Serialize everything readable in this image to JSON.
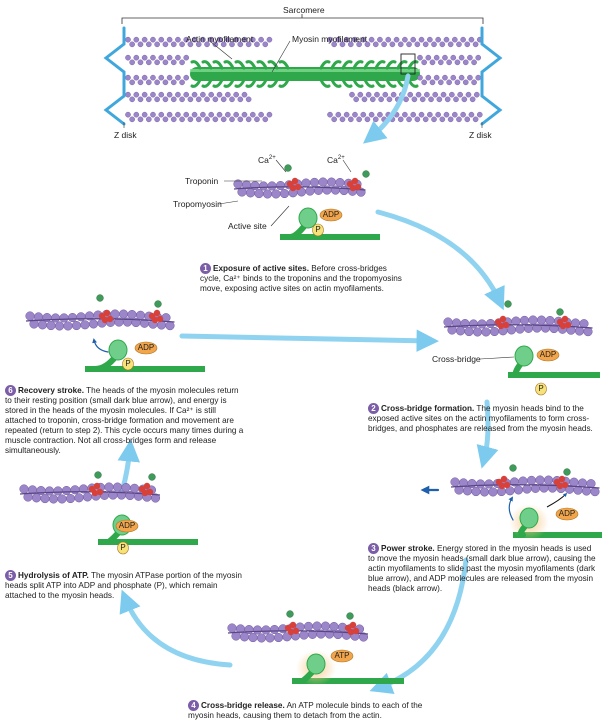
{
  "labels": {
    "sarcomere": "Sarcomere",
    "actin": "Actin myofilament",
    "myosin": "Myosin myofilament",
    "z_disk_left": "Z disk",
    "z_disk_right": "Z disk",
    "ca_left": "Ca",
    "ca_right": "Ca",
    "ca_charge": "2+",
    "troponin": "Troponin",
    "tropomyosin": "Tropomyosin",
    "active_site": "Active site",
    "cross_bridge": "Cross-bridge"
  },
  "chemicals": {
    "adp": "ADP",
    "p": "P",
    "atp": "ATP"
  },
  "steps": [
    {
      "num": "1",
      "title": "Exposure of active sites.",
      "body": "Before cross-bridges cycle, Ca²⁺ binds to the troponins and the tropomyosins move, exposing active sites on actin myofilaments."
    },
    {
      "num": "2",
      "title": "Cross-bridge formation.",
      "body": "The myosin heads bind to the exposed active sites on the actin myofilaments to form cross-bridges, and phosphates are released from the myosin heads."
    },
    {
      "num": "3",
      "title": "Power stroke.",
      "body": "Energy stored in the myosin heads is used to move the myosin heads (small dark blue arrow), causing the actin myofilaments to slide past the myosin myofilaments (dark blue arrow), and ADP molecules are released from the myosin heads (black arrow)."
    },
    {
      "num": "4",
      "title": "Cross-bridge release.",
      "body": "An ATP molecule binds to each of the myosin heads, causing them to detach from the actin."
    },
    {
      "num": "5",
      "title": "Hydrolysis of ATP.",
      "body": "The myosin ATPase portion of the myosin heads split ATP into ADP and phosphate (P), which remain attached to the myosin heads."
    },
    {
      "num": "6",
      "title": "Recovery stroke.",
      "body": "The heads of the myosin molecules return to their resting position (small dark blue arrow), and energy is stored in the heads of the myosin molecules. If Ca²⁺ is still attached to troponin, cross-bridge formation and movement are repeated (return to step 2). This cycle occurs many times during a muscle contraction. Not all cross-bridges form and release simultaneously."
    }
  ],
  "colors": {
    "actin": "#9b86c9",
    "myosin": "#2ea84a",
    "zdisk": "#3fa7dc",
    "troponin": "#d8403a",
    "calcium": "#3e9b5a",
    "chem": "#f2a54a",
    "cycle_arrow": "#8fd3f1",
    "dark_arrow": "#1e5fae"
  }
}
